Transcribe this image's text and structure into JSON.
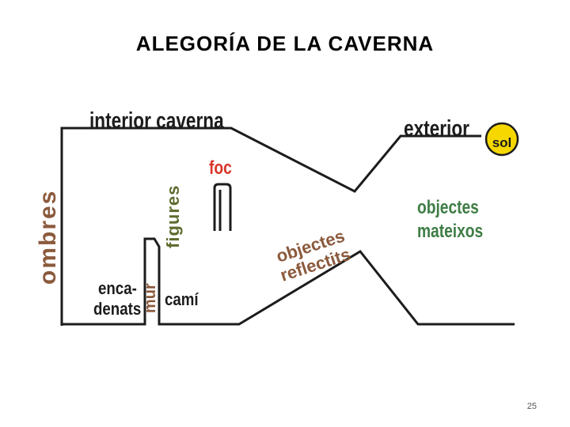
{
  "title": "ALEGORÍA DE LA CAVERNA",
  "labels": {
    "interior": "interior caverna",
    "exterior": "exterior",
    "sol": "sol",
    "foc": "foc",
    "ombres": "ombres",
    "figures": "figures",
    "mur": "mur",
    "encadenats_1": "enca-",
    "encadenats_2": "denats",
    "cami": "camí",
    "reflectits_1": "objectes",
    "reflectits_2": "reflectits",
    "mateixos_1": "objectes",
    "mateixos_2": "mateixos"
  },
  "colors": {
    "dark": "#1c1c1c",
    "brown": "#8b5a3c",
    "olive": "#5c6b2e",
    "red": "#d8362a",
    "green": "#3e7d45",
    "sun_fill": "#f6d800"
  },
  "page_number": "25"
}
